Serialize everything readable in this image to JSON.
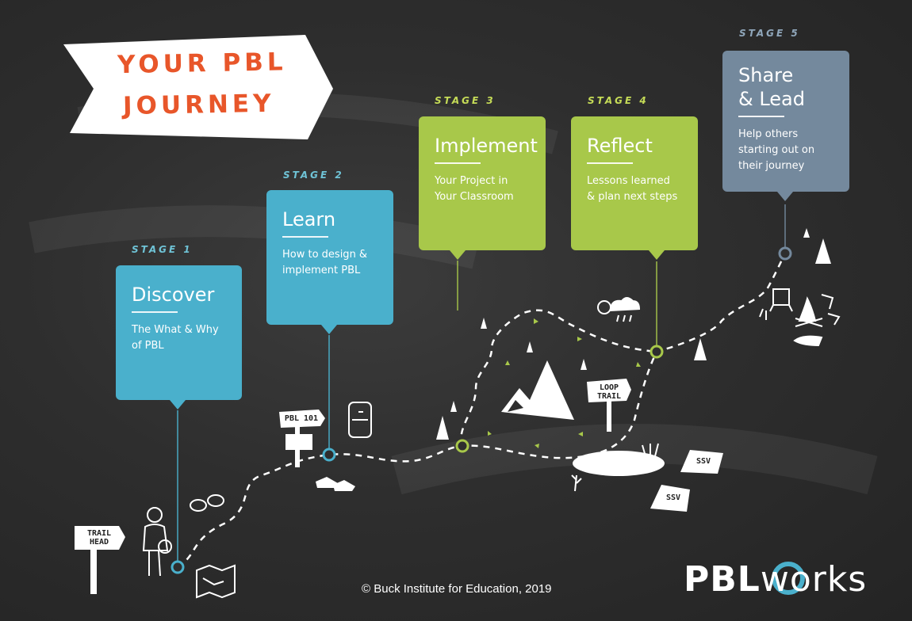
{
  "banner": {
    "line1": "YOUR PBL",
    "line2": "JOURNEY"
  },
  "stages": [
    {
      "label": "STAGE 1",
      "title": "Discover",
      "text1": "The What & Why",
      "text2": "of PBL"
    },
    {
      "label": "STAGE 2",
      "title": "Learn",
      "text1": "How to design &",
      "text2": "implement PBL"
    },
    {
      "label": "STAGE 3",
      "title": "Implement",
      "text1": "Your Project in",
      "text2": "Your Classroom"
    },
    {
      "label": "STAGE 4",
      "title": "Reflect",
      "text1": "Lessons learned",
      "text2": "& plan next steps"
    },
    {
      "label": "STAGE 5",
      "title": "Share",
      "title2": "& Lead",
      "text1": "Help others",
      "text2": "starting out on",
      "text3": "their journey"
    }
  ],
  "signs": {
    "trail_head_1": "TRAIL",
    "trail_head_2": "HEAD",
    "pbl101": "PBL 101",
    "loop_1": "LOOP",
    "loop_2": "TRAIL",
    "tent": "SSV"
  },
  "footer": {
    "copyright": "© Buck Institute for Education, 2019",
    "logo_bold": "PBL",
    "logo_light": "works"
  },
  "colors": {
    "blue": "#4ab0cc",
    "green": "#a8c84a",
    "slate": "#74899d",
    "banner_text": "#e8562a",
    "background": "#2e2e2e"
  }
}
